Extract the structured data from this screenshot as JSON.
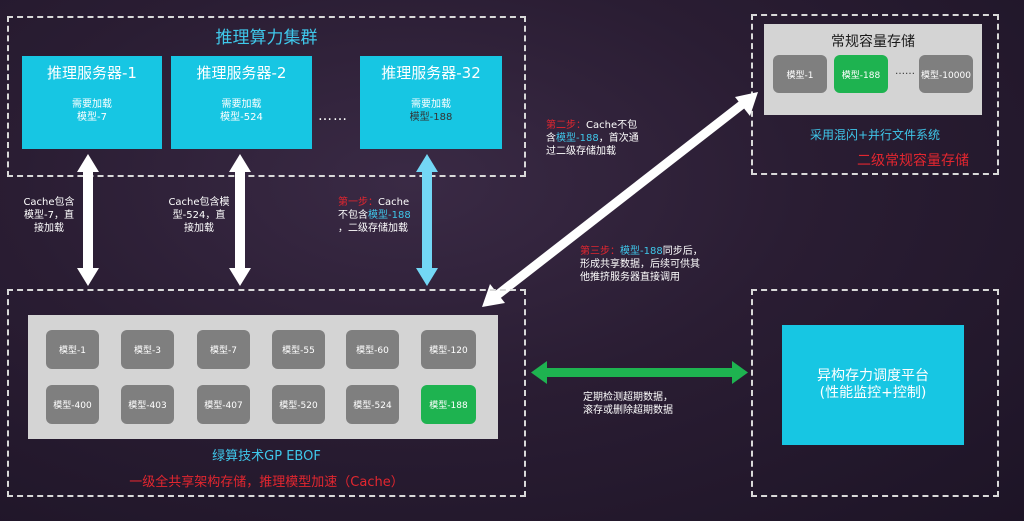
{
  "cluster": {
    "title": "推理算力集群",
    "servers": [
      {
        "name": "推理服务器-1",
        "line1": "需要加载",
        "line2": "模型-7"
      },
      {
        "name": "推理服务器-2",
        "line1": "需要加载",
        "line2": "模型-524"
      },
      {
        "name": "推理服务器-32",
        "line1": "需要加载",
        "line2": "模型-188"
      }
    ],
    "ellipsis": "……"
  },
  "storage2": {
    "title": "常规容量存储",
    "models": [
      "模型-1",
      "模型-188",
      "……",
      "模型-10000"
    ],
    "subtitle": "采用混闪+并行文件系统",
    "caption": "二级常规容量存储"
  },
  "notes": {
    "n1": [
      "Cache包含",
      "模型-7，直",
      "接加载"
    ],
    "n2": [
      "Cache包含模",
      "型-524，直",
      "接加载"
    ],
    "n3_prefix": "第一步：",
    "n3_rest1": "Cache",
    "n3_line2a": "不包含",
    "n3_line2b": "模型-188",
    "n3_line3": "，二级存储加载",
    "n4_prefix": "第二步：",
    "n4_rest1": "Cache不包",
    "n4_line2a": "含",
    "n4_line2b": "模型-188",
    "n4_line2c": "，首次通",
    "n4_line3": "过二级存储加载",
    "n5_prefix": "第三步：",
    "n5_mid": "模型-188",
    "n5_rest1": "同步后，",
    "n5_line2": "形成共享数据，后续可供其",
    "n5_line3": "他推挤服务器直接调用",
    "n6": [
      "定期检测超期数据，",
      "滚存或删除超期数据"
    ]
  },
  "ebof": {
    "models_row1": [
      "模型-1",
      "模型-3",
      "模型-7",
      "模型-55",
      "模型-60",
      "模型-120"
    ],
    "models_row2": [
      "模型-400",
      "模型-403",
      "模型-407",
      "模型-520",
      "模型-524",
      "模型-188"
    ],
    "label": "绿算技术GP EBOF",
    "caption": "一级全共享架构存储，推理模型加速（Cache）"
  },
  "platform": {
    "line1": "异构存力调度平台",
    "line2": "(性能监控+控制)"
  },
  "colors": {
    "server": "#17c6e3",
    "chip": "#7f7f7f",
    "chip_highlight": "#1eb350",
    "caption_red": "#e2262f",
    "arrow_green": "#1eb350",
    "arrow_blue": "#73d7f5",
    "arrow_white": "#ffffff"
  }
}
